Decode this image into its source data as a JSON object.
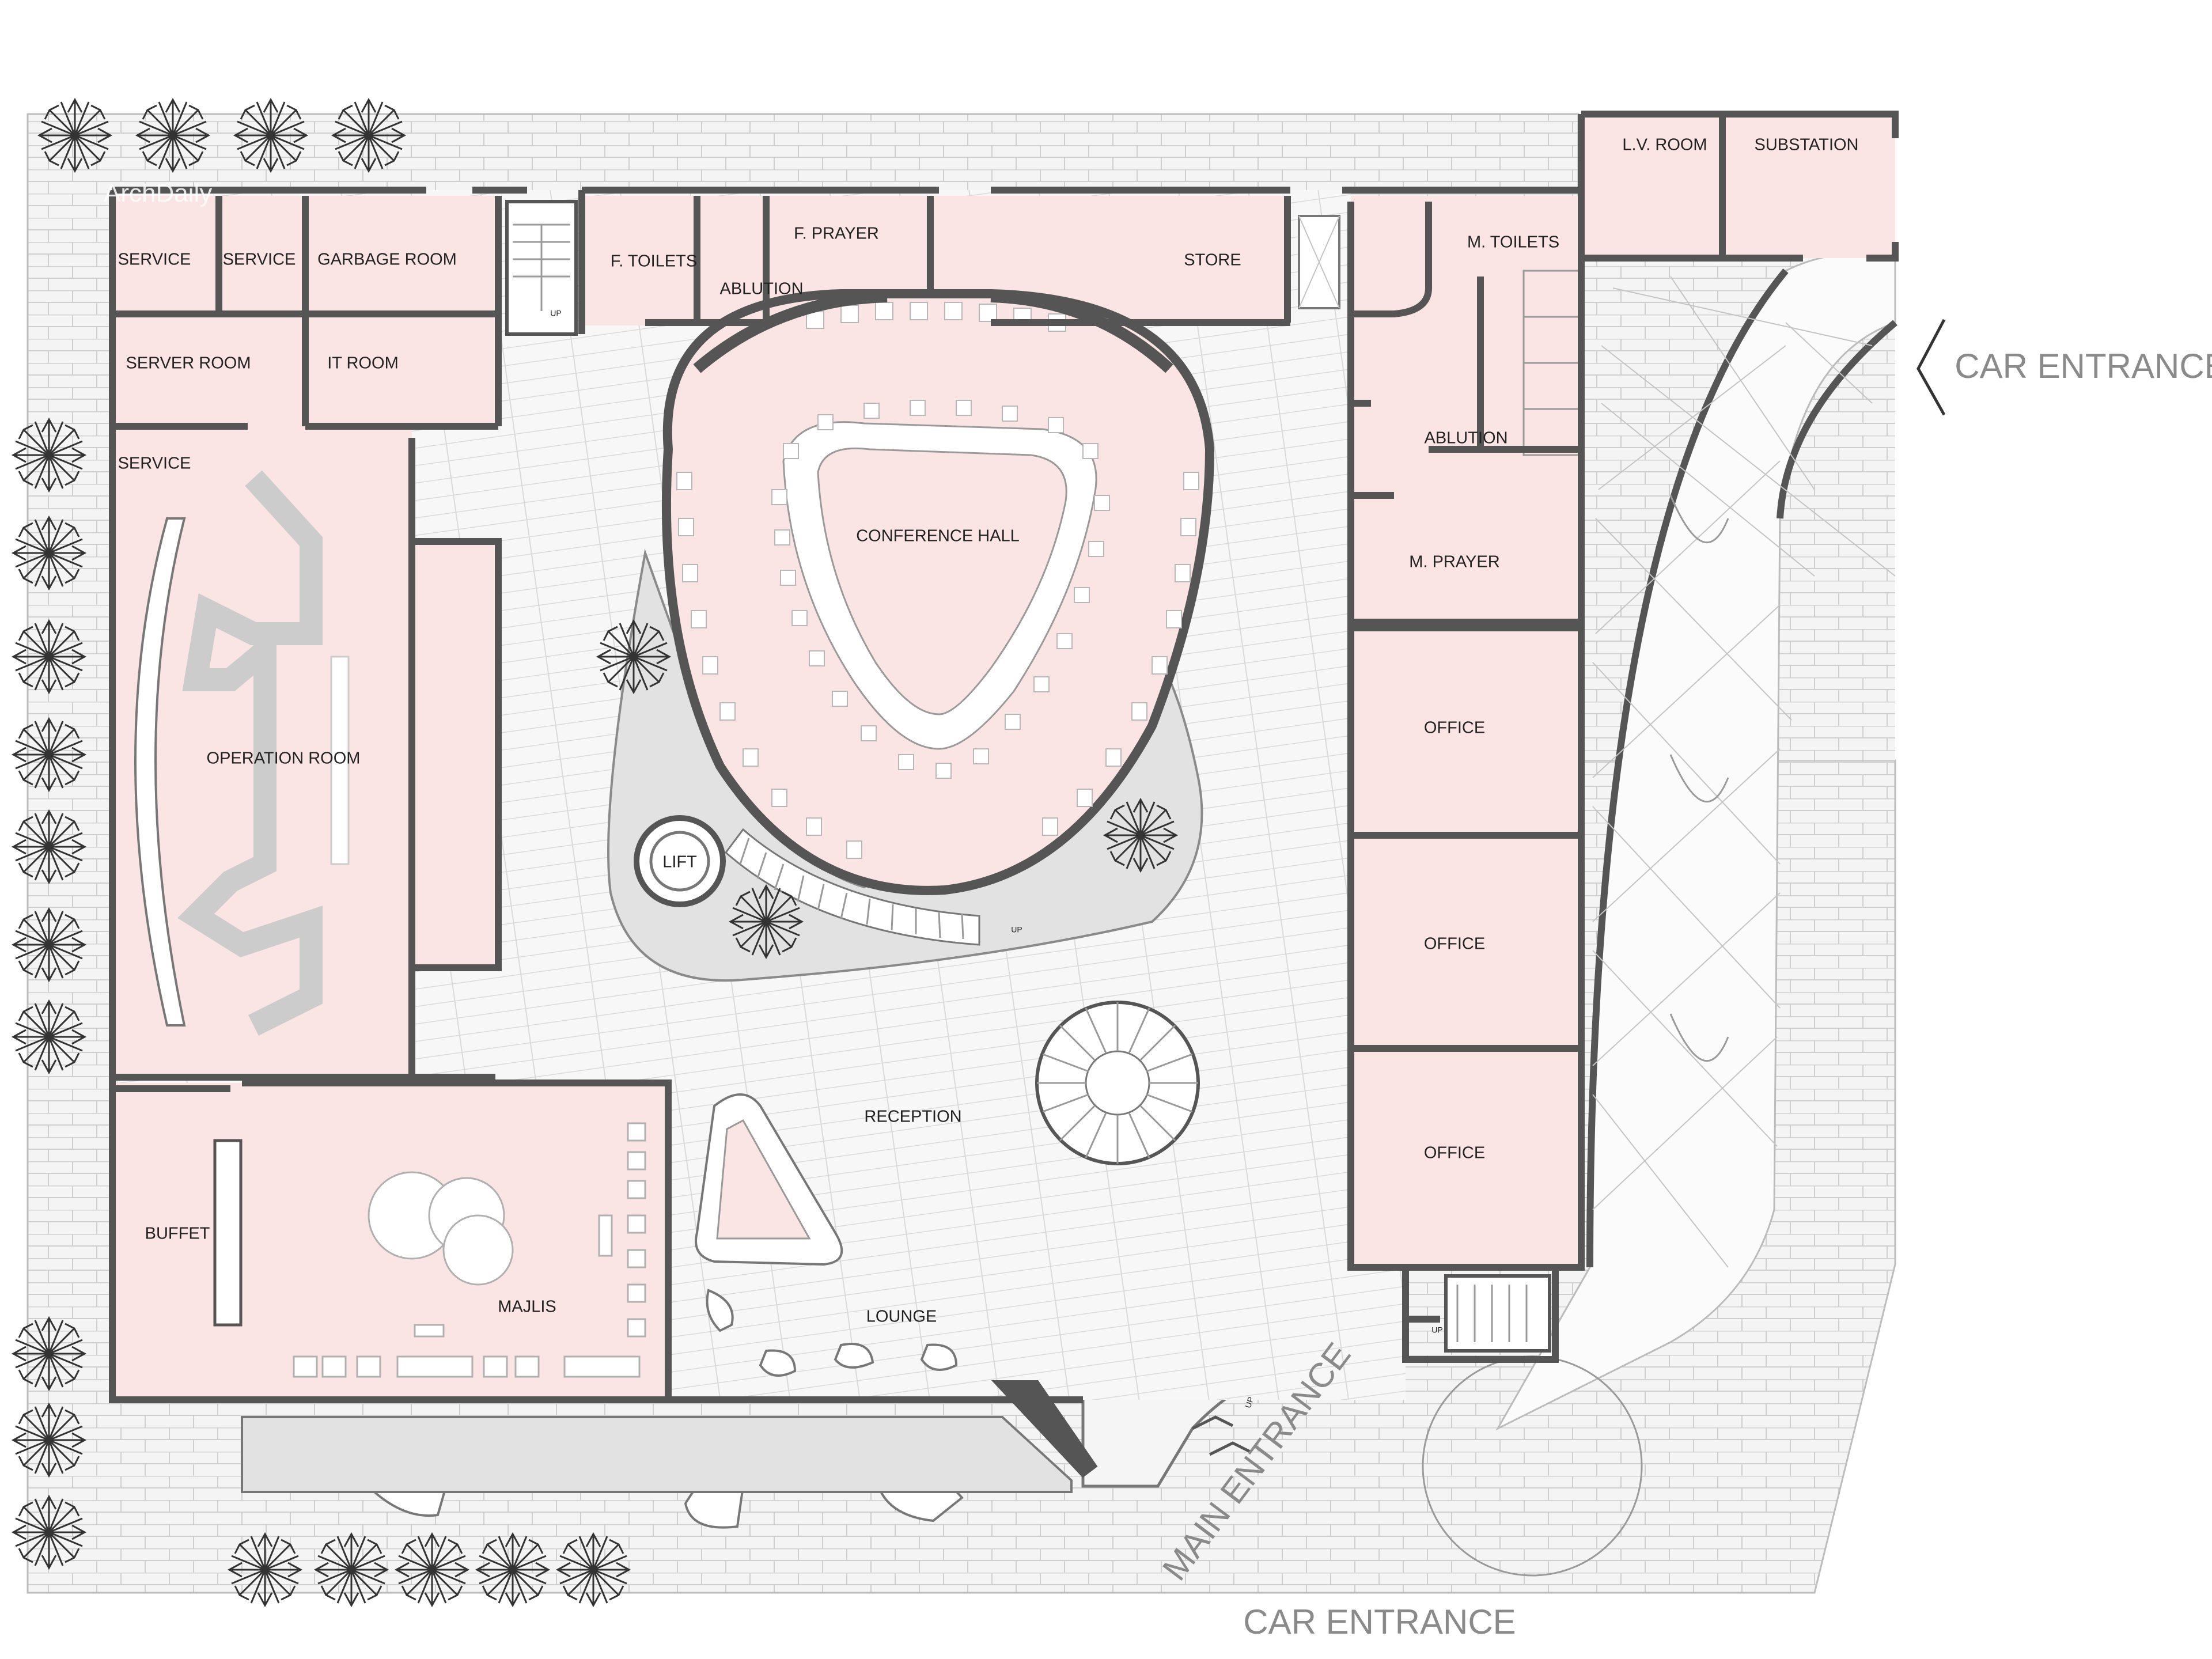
{
  "watermark": "ArchDaily",
  "colors": {
    "room_fill": "#fbe4e4",
    "wall": "#555555",
    "paving": "#f4f4f4",
    "landscape": "#e2e2e2",
    "label": "#222222",
    "annotation": "#8a8a8a"
  },
  "rooms": {
    "service_1": "SERVICE",
    "service_2": "SERVICE",
    "garbage_room": "GARBAGE ROOM",
    "server_room": "SERVER ROOM",
    "it_room": "IT ROOM",
    "service_3": "SERVICE",
    "operation_room": "OPERATION ROOM",
    "buffet": "BUFFET",
    "majlis": "MAJLIS",
    "f_toilets": "F. TOILETS",
    "ablution_f": "ABLUTION",
    "f_prayer": "F. PRAYER",
    "store": "STORE",
    "conference_hall": "CONFERENCE HALL",
    "lift": "LIFT",
    "reception": "RECEPTION",
    "lounge": "LOUNGE",
    "m_toilets": "M. TOILETS",
    "ablution_m": "ABLUTION",
    "m_prayer": "M. PRAYER",
    "office_1": "OFFICE",
    "office_2": "OFFICE",
    "office_3": "OFFICE",
    "lv_room": "L.V. ROOM",
    "substation": "SUBSTATION"
  },
  "annotations": {
    "car_entrance_east": "CAR ENTRANCE",
    "car_entrance_south": "CAR ENTRANCE",
    "main_entrance": "MAIN ENTRANCE",
    "up_1": "UP",
    "up_2": "UP",
    "up_3": "UP",
    "up_4": "UP"
  }
}
